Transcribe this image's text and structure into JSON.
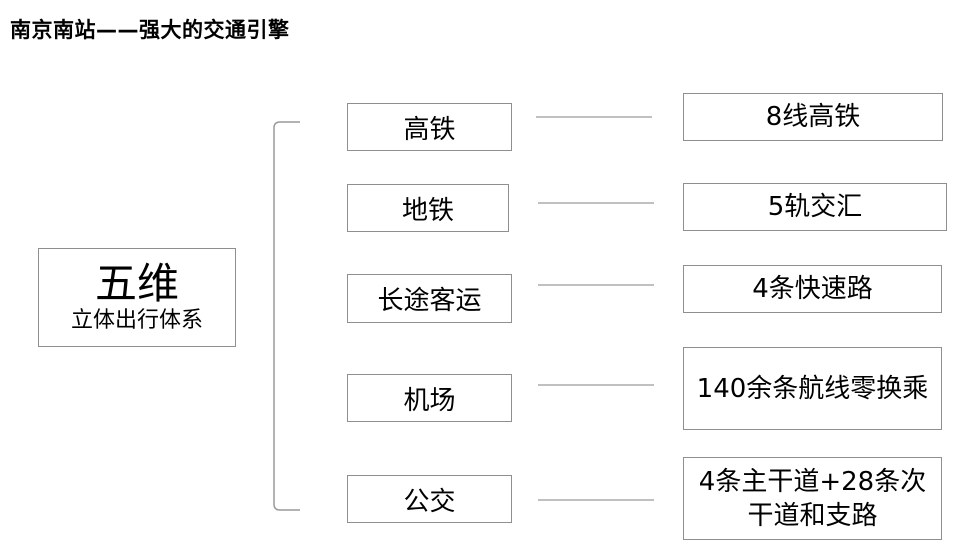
{
  "title": "南京南站——强大的交通引擎",
  "root": {
    "main": "五维",
    "sub": "立体出行体系"
  },
  "branches": [
    {
      "mode": "高铁",
      "detail": "8线高铁"
    },
    {
      "mode": "地铁",
      "detail": "5轨交汇"
    },
    {
      "mode": "长途客运",
      "detail": "4条快速路"
    },
    {
      "mode": "机场",
      "detail": "140余条航线零换乘"
    },
    {
      "mode": "公交",
      "detail": "4条主干道+28条次干道和支路"
    }
  ]
}
